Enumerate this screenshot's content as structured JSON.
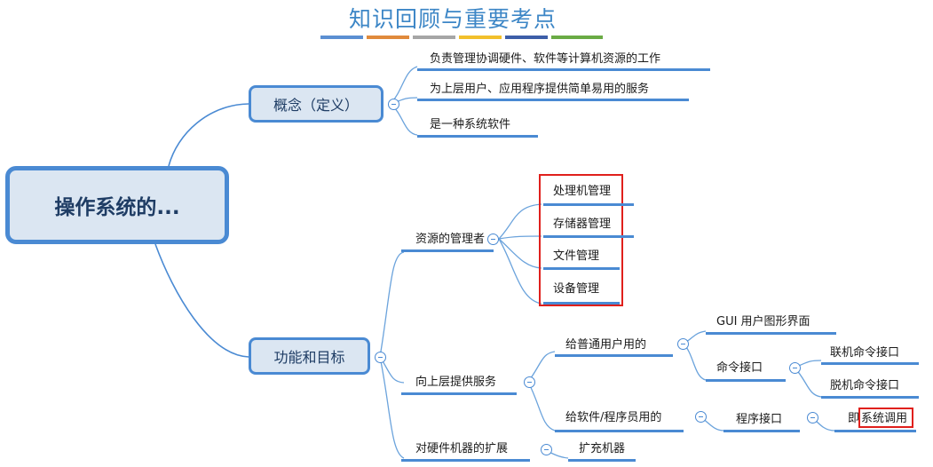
{
  "title": "知识回顾与重要考点",
  "title_strip_colors": [
    "#5b8fd2",
    "#e08a3c",
    "#a6a6a6",
    "#f2c02b",
    "#3d5ea8",
    "#6aab45"
  ],
  "root": {
    "label": "操作系统的..."
  },
  "concept": {
    "label": "概念（定义）",
    "items": [
      "负责管理协调硬件、软件等计算机资源的工作",
      "为上层用户、应用程序提供简单易用的服务",
      "是一种系统软件"
    ]
  },
  "functions": {
    "label": "功能和目标",
    "resource_manager": {
      "label": "资源的管理者",
      "items": [
        "处理机管理",
        "存储器管理",
        "文件管理",
        "设备管理"
      ]
    },
    "services": {
      "label": "向上层提供服务",
      "for_users": {
        "label": "给普通用户用的",
        "gui": "GUI 用户图形界面",
        "command_interface": {
          "label": "命令接口",
          "online": "联机命令接口",
          "offline": "脱机命令接口"
        }
      },
      "for_programmers": {
        "label": "给软件/程序员用的",
        "program_interface": "程序接口",
        "syscall_prefix": "即",
        "syscall": "系统调用"
      }
    },
    "extension": {
      "label": "对硬件机器的扩展",
      "item": "扩充机器"
    }
  }
}
